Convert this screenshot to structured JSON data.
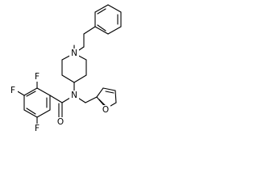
{
  "molecule": {
    "atoms": {
      "n_piperidine": "N",
      "n_amide": "N",
      "o_carbonyl": "O",
      "o_furan": "O",
      "f_top": "F",
      "f_left": "F",
      "f_bottom": "F"
    }
  },
  "colors": {
    "bond": "#000000",
    "label": "#000000",
    "background": "#ffffff"
  }
}
